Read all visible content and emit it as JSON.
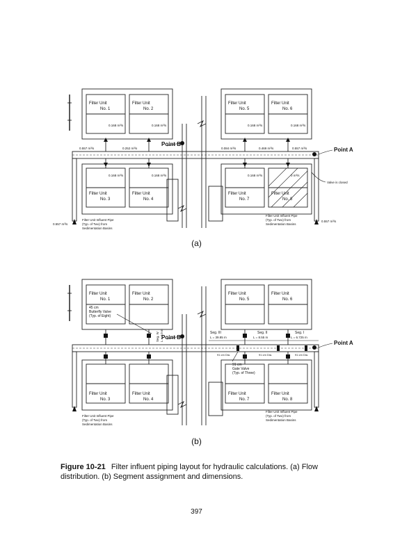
{
  "panel_a": {
    "units_top": [
      {
        "label": "Filter Unit",
        "no": "No. 1",
        "flow": "0.168 m³/s"
      },
      {
        "label": "Filter Unit",
        "no": "No. 2",
        "flow": "0.168 m³/s"
      },
      {
        "label": "Filter Unit",
        "no": "No. 5",
        "flow": "0.168 m³/s"
      },
      {
        "label": "Filter Unit",
        "no": "No. 6",
        "flow": "0.168 m³/s"
      }
    ],
    "units_bottom": [
      {
        "label": "Filter Unit",
        "no": "No. 3",
        "flow": "0.168 m³/s"
      },
      {
        "label": "Filter Unit",
        "no": "No. 4",
        "flow": "0.168 m³/s"
      },
      {
        "label": "Filter Unit",
        "no": "No. 7",
        "flow": "0.168 m³/s"
      },
      {
        "label": "Filter Unit",
        "no": "No. 8",
        "flow": "0 m³/s"
      }
    ],
    "header_flows": [
      "0.557 m³/s",
      "0.252 m³/s",
      "0.084 m³/s",
      "0.469 m³/s",
      "0.557 m³/s"
    ],
    "point_a": "Point A",
    "point_b": "Point B",
    "valve_note": "Valve is closed",
    "left_note": [
      "Filter Unit Influent Pipe",
      "(Typ. of Two) from",
      "Sedimentation Basins"
    ],
    "right_note": [
      "Filter Unit Influent Pipe",
      "(Typ. of Two) from",
      "Sedimentation Basins"
    ],
    "left_flow": "0.557 m³/s",
    "right_flow": "0.557 m³/s",
    "label": "(a)"
  },
  "panel_b": {
    "units_top": [
      {
        "label": "Filter Unit",
        "no": "No. 1"
      },
      {
        "label": "Filter Unit",
        "no": "No. 2"
      },
      {
        "label": "Filter Unit",
        "no": "No. 5"
      },
      {
        "label": "Filter Unit",
        "no": "No. 6"
      }
    ],
    "units_bottom": [
      {
        "label": "Filter Unit",
        "no": "No. 3"
      },
      {
        "label": "Filter Unit",
        "no": "No. 4"
      },
      {
        "label": "Filter Unit",
        "no": "No. 7"
      },
      {
        "label": "Filter Unit",
        "no": "No. 8"
      }
    ],
    "valve_note": [
      "45 cm",
      "Butterfly Valve",
      "(Typ. of Eight)"
    ],
    "seg_iv": [
      "Seg. IV",
      "L = 4.0 m"
    ],
    "segments": [
      {
        "name": "Seg. III",
        "len": "L = 39.85 m",
        "dia": "91 cm Dia."
      },
      {
        "name": "Seg. II",
        "len": "L = 8.55 m",
        "dia": "91 cm Dia."
      },
      {
        "name": "Seg. I",
        "len": "L = 6.725 m",
        "dia": "91 cm Dia."
      }
    ],
    "gate_note": [
      "91 cm",
      "Gate Valve",
      "(Typ. of Three)"
    ],
    "point_a": "Point A",
    "point_b": "Point B",
    "left_note": [
      "Filter Unit Influent Pipe",
      "(Typ. of Two) from",
      "Sedimentation Basins"
    ],
    "right_note": [
      "Filter Unit Influent Pipe",
      "(Typ. of Two) from",
      "Sedimentation Basins"
    ],
    "label": "(b)"
  },
  "caption": {
    "figure": "Figure 10-21",
    "text": "Filter influent piping layout for hydraulic calculations. (a) Flow distribution. (b) Segment assignment and dimensions."
  },
  "page_number": "397"
}
